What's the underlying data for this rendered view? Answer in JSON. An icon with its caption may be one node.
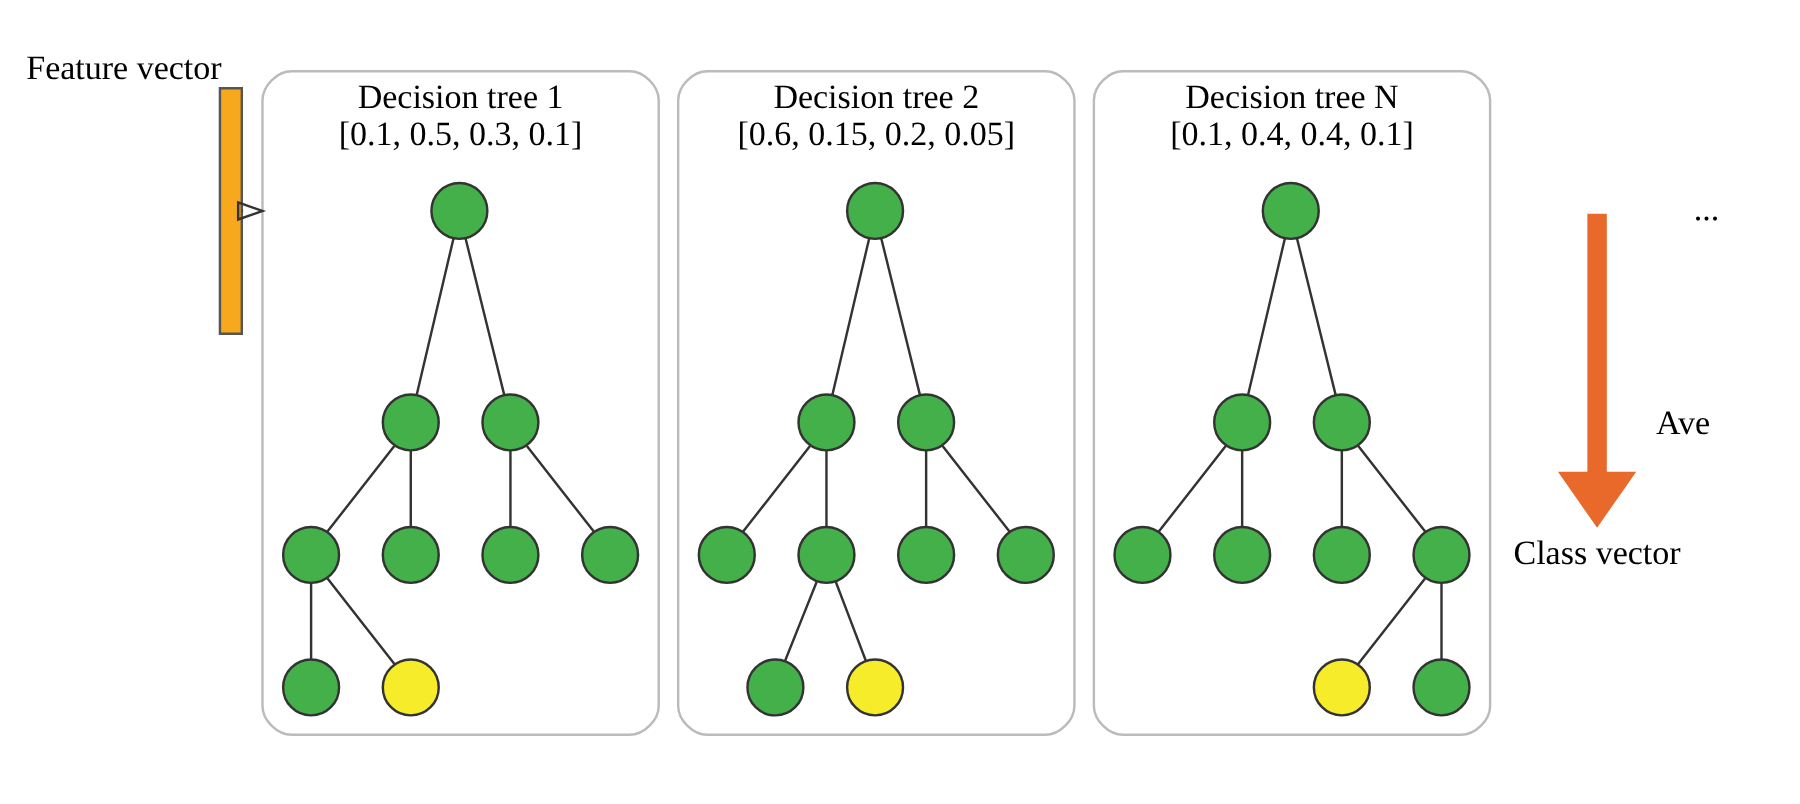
{
  "diagram": {
    "nodes": [
      {
        "text": [],
        "shape": "bar",
        "beside": [
          "Feature vector"
        ]
      },
      {
        "text": [
          "Decision tree 1",
          "[0.1, 0.5, 0.3, 0.1]"
        ]
      },
      {
        "text": [],
        "shape": "circle",
        "in": 1
      },
      {
        "text": [],
        "shape": "circle",
        "in": 1
      },
      {
        "text": [],
        "shape": "circle",
        "in": 1
      },
      {
        "text": [],
        "shape": "circle",
        "in": 1
      },
      {
        "text": [],
        "shape": "circle",
        "in": 1
      },
      {
        "text": [],
        "shape": "circle",
        "in": 1
      },
      {
        "text": [],
        "shape": "circle",
        "in": 1
      },
      {
        "text": [],
        "shape": "circle",
        "in": 1
      },
      {
        "text": [],
        "shape": "circle",
        "in": 1
      },
      {
        "text": [
          "Decision tree 2",
          "[0.6, 0.15, 0.2, 0.05]"
        ]
      },
      {
        "text": [],
        "shape": "circle",
        "in": 11
      },
      {
        "text": [],
        "shape": "circle",
        "in": 11
      },
      {
        "text": [],
        "shape": "circle",
        "in": 11
      },
      {
        "text": [],
        "shape": "circle",
        "in": 11
      },
      {
        "text": [],
        "shape": "circle",
        "in": 11
      },
      {
        "text": [],
        "shape": "circle",
        "in": 11
      },
      {
        "text": [],
        "shape": "circle",
        "in": 11
      },
      {
        "text": [],
        "shape": "circle",
        "in": 11
      },
      {
        "text": [],
        "shape": "circle",
        "in": 11
      },
      {
        "text": [
          "Decision tree N",
          "[0.1, 0.4, 0.4, 0.1]"
        ]
      },
      {
        "text": [],
        "shape": "circle",
        "in": 21
      },
      {
        "text": [],
        "shape": "circle",
        "in": 21
      },
      {
        "text": [],
        "shape": "circle",
        "in": 21
      },
      {
        "text": [],
        "shape": "circle",
        "in": 21
      },
      {
        "text": [],
        "shape": "circle",
        "in": 21
      },
      {
        "text": [],
        "shape": "circle",
        "in": 21
      },
      {
        "text": [],
        "shape": "circle",
        "in": 21
      },
      {
        "text": [],
        "shape": "circle",
        "in": 21
      },
      {
        "text": [],
        "shape": "circle",
        "in": 21
      },
      {
        "text": [
          "Class vector"
        ]
      }
    ],
    "edges": [
      {
        "from": 0,
        "to": 1,
        "arrow": "to"
      },
      {
        "from": 2,
        "to": 3,
        "arrow": "none"
      },
      {
        "from": 2,
        "to": 4,
        "arrow": "none"
      },
      {
        "from": 3,
        "to": 5,
        "arrow": "none"
      },
      {
        "from": 3,
        "to": 6,
        "arrow": "none"
      },
      {
        "from": 4,
        "to": 7,
        "arrow": "none"
      },
      {
        "from": 4,
        "to": 8,
        "arrow": "none"
      },
      {
        "from": 5,
        "to": 9,
        "arrow": "none"
      },
      {
        "from": 5,
        "to": 10,
        "arrow": "none"
      },
      {
        "from": 12,
        "to": 13,
        "arrow": "none"
      },
      {
        "from": 12,
        "to": 14,
        "arrow": "none"
      },
      {
        "from": 13,
        "to": 15,
        "arrow": "none"
      },
      {
        "from": 13,
        "to": 16,
        "arrow": "none"
      },
      {
        "from": 14,
        "to": 17,
        "arrow": "none"
      },
      {
        "from": 14,
        "to": 18,
        "arrow": "none"
      },
      {
        "from": 16,
        "to": 19,
        "arrow": "none"
      },
      {
        "from": 16,
        "to": 20,
        "arrow": "none"
      },
      {
        "from": 22,
        "to": 23,
        "arrow": "none"
      },
      {
        "from": 22,
        "to": 24,
        "arrow": "none"
      },
      {
        "from": 23,
        "to": 25,
        "arrow": "none"
      },
      {
        "from": 23,
        "to": 26,
        "arrow": "none"
      },
      {
        "from": 24,
        "to": 27,
        "arrow": "none"
      },
      {
        "from": 24,
        "to": 28,
        "arrow": "none"
      },
      {
        "from": 28,
        "to": 29,
        "arrow": "none"
      },
      {
        "from": 28,
        "to": 30,
        "arrow": "none"
      },
      {
        "from": null,
        "to": 31,
        "arrow": "to",
        "label": "Ave",
        "style": "thick",
        "color": "#e8692a"
      }
    ],
    "labels": [
      "..."
    ]
  }
}
